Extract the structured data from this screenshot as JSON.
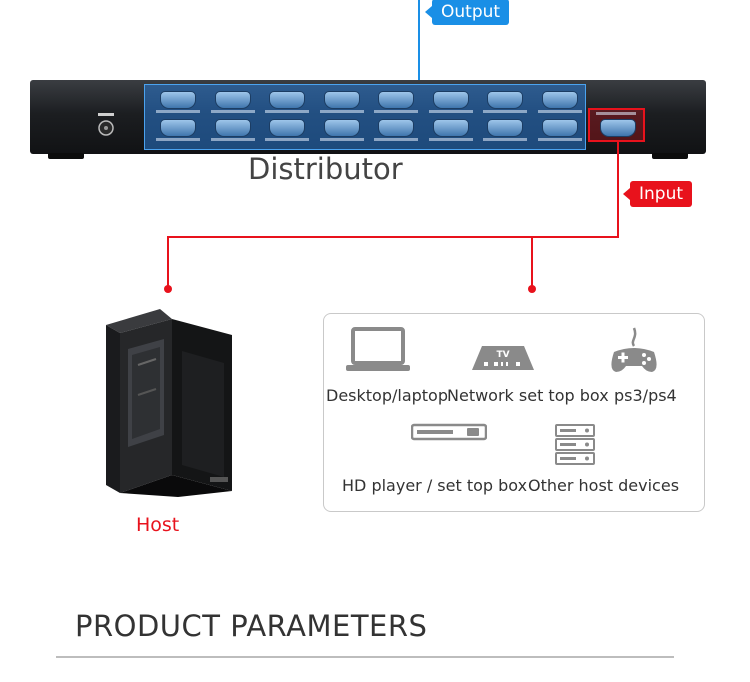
{
  "labels": {
    "output": "Output",
    "input": "Input",
    "distributor": "Distributor",
    "host": "Host"
  },
  "devices": [
    {
      "label": "Desktop/laptop",
      "icon": "laptop-icon"
    },
    {
      "label": "Network set top box",
      "icon": "tv-box-icon"
    },
    {
      "label": "ps3/ps4",
      "icon": "gamepad-icon"
    },
    {
      "label": "HD player / set top box",
      "icon": "hd-player-icon"
    },
    {
      "label": "Other host devices",
      "icon": "server-icon"
    }
  ],
  "section_title": "PRODUCT PARAMETERS",
  "colors": {
    "output_accent": "#1a8fe6",
    "input_accent": "#e8121c"
  }
}
